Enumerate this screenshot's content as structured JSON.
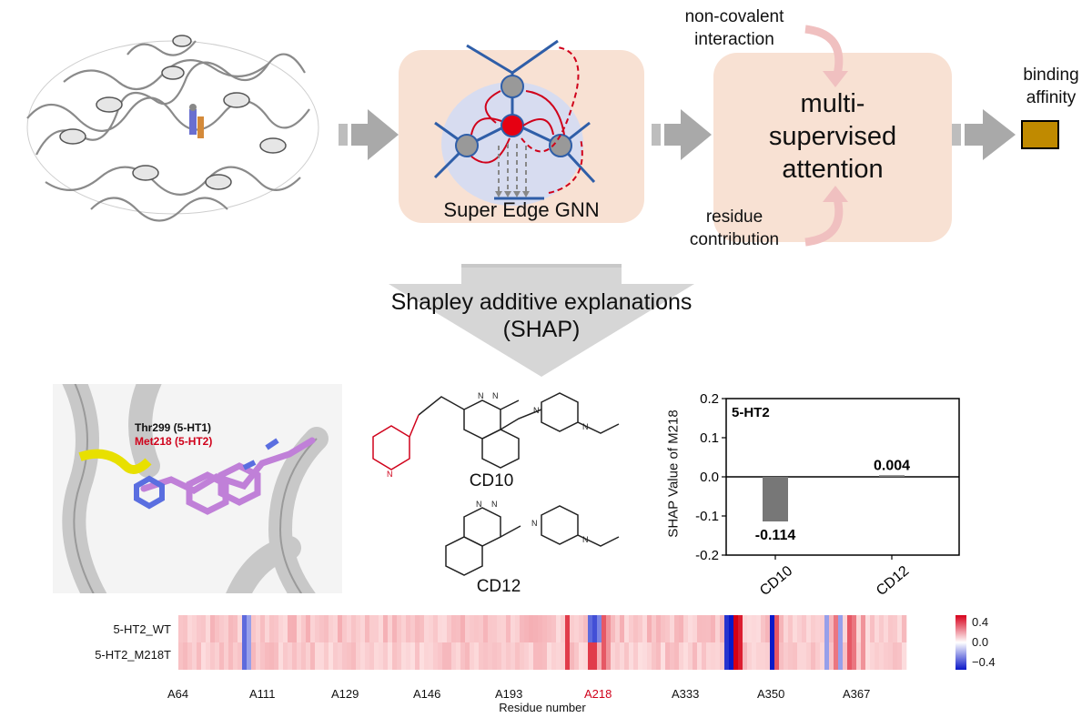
{
  "pipeline": {
    "gnn_label": "Super Edge GNN",
    "attention_label_lines": [
      "multi-",
      "supervised",
      "attention"
    ],
    "noncovalent_label_lines": [
      "non-covalent",
      "interaction"
    ],
    "residue_label_lines": [
      "residue",
      "contribution"
    ],
    "output_label_lines": [
      "binding",
      "affinity"
    ],
    "output_color": "#c08a00"
  },
  "shap_step": {
    "line1": "Shapley additive explanations",
    "line2": "(SHAP)"
  },
  "structure_view": {
    "residue1": "Thr299 (5-HT1)",
    "residue2": "Met218 (5-HT2)",
    "residue2_color": "#d0021b"
  },
  "molecules": {
    "mol1": "CD10",
    "mol2": "CD12",
    "highlight_color": "#d0021b"
  },
  "bar_chart": {
    "panel_label": "5-HT2",
    "ylabel": "SHAP Value of M218"
  },
  "heatmap": {
    "rows": [
      "5-HT2_WT",
      "5-HT2_M218T"
    ],
    "xlabel": "Residue number",
    "ticks": [
      "A64",
      "A111",
      "A129",
      "A146",
      "A193",
      "A218",
      "A333",
      "A350",
      "A367"
    ],
    "highlight_tick": "A218",
    "highlight_color": "#d0021b",
    "colorbar_ticks": [
      "0.4",
      "0.0",
      "−0.4"
    ]
  },
  "chart_data": {
    "type": "bar",
    "categories": [
      "CD10",
      "CD12"
    ],
    "values": [
      -0.114,
      0.004
    ],
    "value_labels": [
      "-0.114",
      "0.004"
    ],
    "title": "5-HT2",
    "xlabel": "",
    "ylabel": "SHAP Value of M218",
    "ylim": [
      -0.2,
      0.2
    ],
    "yticks": [
      "0.2",
      "0.1",
      "0.0",
      "-0.1",
      "-0.2"
    ],
    "grid": false,
    "bar_color": "#777777"
  }
}
